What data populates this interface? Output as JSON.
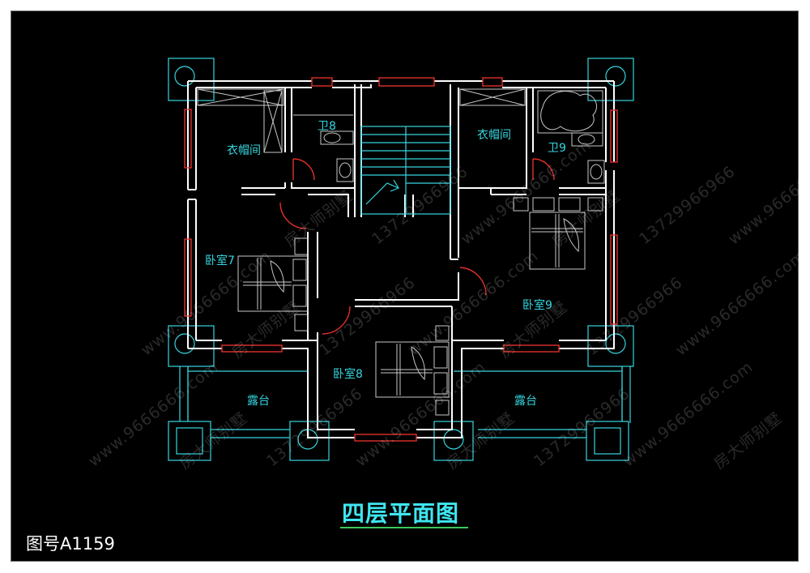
{
  "title": "四层平面图",
  "drawing_number": "图号A1159",
  "rooms": {
    "wardrobe_left": "衣帽间",
    "wardrobe_right": "衣帽间",
    "bath8": "卫8",
    "bath9": "卫9",
    "bedroom7": "卧室7",
    "bedroom8": "卧室8",
    "bedroom9": "卧室9",
    "terrace_left": "露台",
    "terrace_right": "露台"
  },
  "watermarks": {
    "brand": "房大师别墅",
    "phone": "13729966966",
    "site": "www.9666666.com"
  },
  "colors": {
    "background": "#000000",
    "walls": "#ffffff",
    "lines": "#35d6e0",
    "windows": "#e0302a",
    "title": "#3ee6f0",
    "title_underline": "#3cc85a"
  }
}
